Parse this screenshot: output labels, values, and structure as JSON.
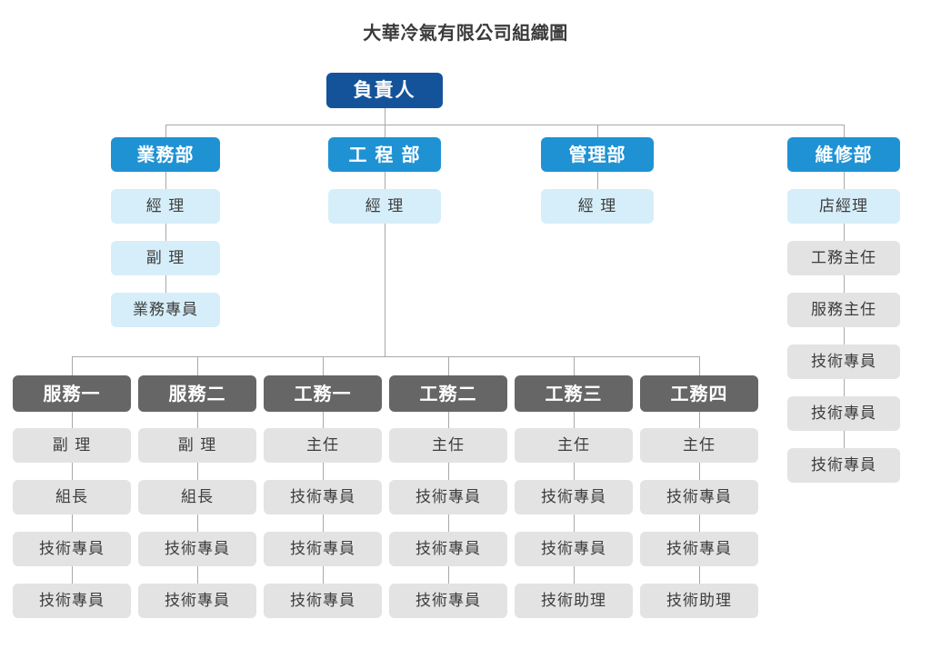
{
  "title": "大華冷氣有限公司組織圖",
  "colors": {
    "root": "#14539a",
    "department": "#1f92d4",
    "light_blue": "#d6eef9",
    "team_head": "#666666",
    "light_gray": "#e3e3e3",
    "connector": "#a9a9a9",
    "background": "#ffffff"
  },
  "root": {
    "label": "負責人"
  },
  "departments": [
    {
      "id": "sales",
      "label": "業務部",
      "roles": [
        "經 理",
        "副 理",
        "業務專員"
      ]
    },
    {
      "id": "engineering",
      "label": "工 程 部",
      "roles": [
        "經 理"
      ]
    },
    {
      "id": "administration",
      "label": "管理部",
      "roles": [
        "經 理"
      ]
    },
    {
      "id": "maintenance",
      "label": "維修部",
      "roles": [
        "店經理"
      ],
      "gray_roles": [
        "工務主任",
        "服務主任",
        "技術專員",
        "技術專員",
        "技術專員"
      ]
    }
  ],
  "teams": [
    {
      "id": "service-1",
      "label": "服務一",
      "roles": [
        "副 理",
        "組長",
        "技術專員",
        "技術專員"
      ]
    },
    {
      "id": "service-2",
      "label": "服務二",
      "roles": [
        "副 理",
        "組長",
        "技術專員",
        "技術專員"
      ]
    },
    {
      "id": "works-1",
      "label": "工務一",
      "roles": [
        "主任",
        "技術專員",
        "技術專員",
        "技術專員"
      ]
    },
    {
      "id": "works-2",
      "label": "工務二",
      "roles": [
        "主任",
        "技術專員",
        "技術專員",
        "技術專員"
      ]
    },
    {
      "id": "works-3",
      "label": "工務三",
      "roles": [
        "主任",
        "技術專員",
        "技術專員",
        "技術助理"
      ]
    },
    {
      "id": "works-4",
      "label": "工務四",
      "roles": [
        "主任",
        "技術專員",
        "技術專員",
        "技術助理"
      ]
    }
  ]
}
